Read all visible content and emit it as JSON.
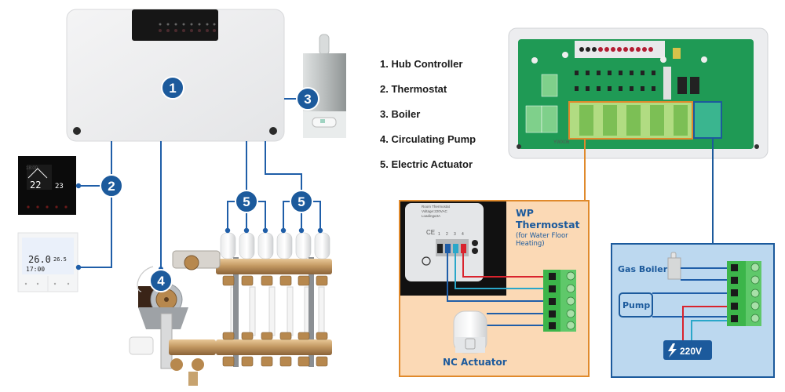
{
  "legend": {
    "items": [
      {
        "number": "1",
        "label": "Hub Controller"
      },
      {
        "number": "2",
        "label": "Thermostat"
      },
      {
        "number": "3",
        "label": "Boiler"
      },
      {
        "number": "4",
        "label": "Circulating Pump"
      },
      {
        "number": "5",
        "label": "Electric Actuator"
      }
    ],
    "lines": [
      "1. Hub Controller",
      "2. Thermostat",
      "3. Boiler",
      "4. Circulating Pump",
      "5. Electric Actuator"
    ]
  },
  "badges": {
    "hub": "1",
    "thermostat": "2",
    "boiler": "3",
    "pump": "4",
    "actuator_left": "5",
    "actuator_right": "5"
  },
  "thermostats": {
    "black": {
      "temp_room": "22",
      "temp_set": "23",
      "time": "18:00"
    },
    "white": {
      "temp_room": "26.0",
      "temp_set": "26.5",
      "time": "17:00"
    }
  },
  "wp_panel": {
    "title_line1": "WP",
    "title_line2": "Thermostat",
    "subtitle_line1": "(for Water Floor",
    "subtitle_line2": "Heating)",
    "device_label_line1": "Room Thermostat",
    "device_label_line2": "Voltage:220VAC",
    "device_label_line3": "Loading≤3A",
    "terminal_numbers": [
      "1",
      "2",
      "3",
      "4"
    ],
    "actuator_label": "NC Actuator"
  },
  "boiler_panel": {
    "gas_boiler_label": "Gas Boiler",
    "pump_label": "Pump",
    "power_label": "220V"
  },
  "board": {
    "model_text": "YWX06"
  },
  "colors": {
    "badge_blue": "#1c5a9c",
    "wire_blue": "#1f5ea8",
    "wire_red": "#d9232d",
    "wire_cyan": "#2aa7c9",
    "orange_frame": "#e08a2c",
    "orange_panel_bg": "#fbd9b5",
    "blue_panel_bg": "#bcd8ef",
    "blue_frame": "#1c5a9c",
    "terminal_green": "#3cb54a",
    "pcb_green": "#1f9a55"
  }
}
